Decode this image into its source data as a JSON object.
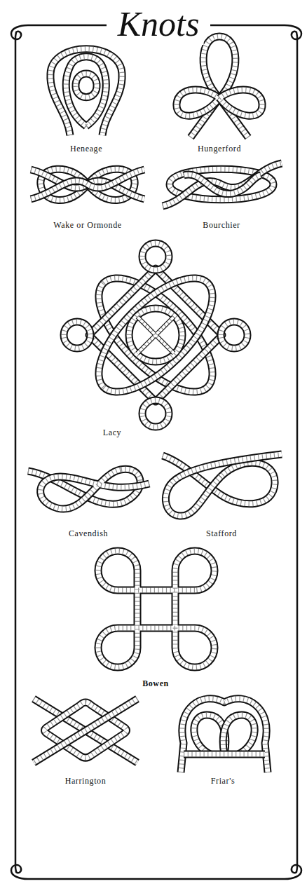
{
  "diagram": {
    "title": "Knots",
    "labels": [
      "Heneage",
      "Hungerford",
      "Wake or Ormonde",
      "Bourchier",
      "Lacy",
      "Cavendish",
      "Stafford",
      "Bowen",
      "Harrington",
      "Friar's"
    ]
  }
}
